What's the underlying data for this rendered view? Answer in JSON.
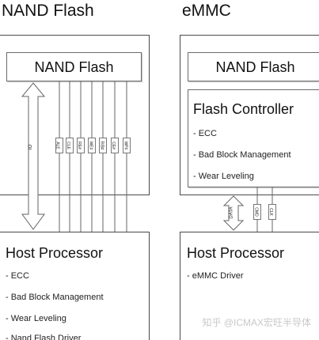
{
  "left": {
    "title": "NAND Flash",
    "chip_label": "NAND Flash",
    "io_label": "IO",
    "signals": [
      "ALE",
      "CLE",
      "RE#",
      "WE#",
      "R/B#",
      "CE#",
      "WP#"
    ],
    "host": {
      "title": "Host Processor",
      "items": [
        "- ECC",
        "- Bad Block Management",
        "- Wear Leveling",
        "- Nand Flash Driver"
      ]
    }
  },
  "right": {
    "title": "eMMC",
    "chip_label": "NAND Flash",
    "controller": {
      "title": "Flash Controller",
      "items": [
        "- ECC",
        "- Bad Block Management",
        "- Wear Leveling"
      ]
    },
    "signals": [
      "DATA",
      "CMD",
      "CLK"
    ],
    "host": {
      "title": "Host Processor",
      "items": [
        "- eMMC Driver"
      ]
    }
  },
  "watermark": "知乎 @ICMAX宏旺半导体"
}
